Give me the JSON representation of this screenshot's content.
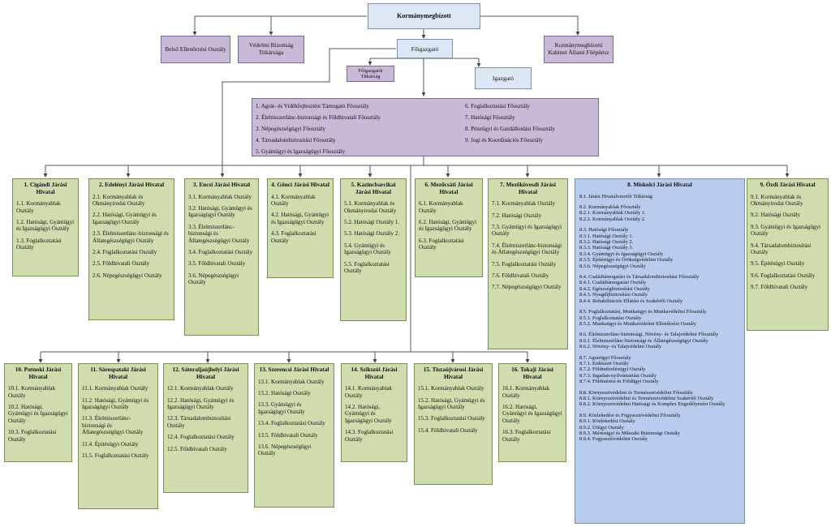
{
  "top": {
    "governor": "Kormánymegbízott",
    "internal_audit": "Belső Ellenőrzési Osztály",
    "defense_committee": "Védelmi Bizottság Titkársága",
    "cabinet": "Kormánymegbízotti Kabinet Állami Főépítész",
    "director_general": "Főigazgató",
    "dg_secretariat": "Főigazgatói Titkárság",
    "director": "Igazgató"
  },
  "departments": {
    "left": [
      "1. Agrár- és Vidékfejlesztést Támogató Főosztály",
      "2. Élelmiszerlánc-biztonsági és Földhivatali Főosztály",
      "3. Népegészségügyi Főosztály",
      "4. Társadalombiztosítási Főosztály",
      "5. Gyámügyi és Igazságügyi Főosztály"
    ],
    "right": [
      "6. Foglalkoztatási Főosztály",
      "7. Hatósági Főosztály",
      "8. Pénzügyi és Gazdálkodási Főosztály",
      "9. Jogi és Koordinációs Főosztály"
    ]
  },
  "offices_row1": [
    {
      "title": "1. Cigándi Járási Hivatal",
      "items": [
        "1.1. Kormányablak Osztály",
        "1.2. Hatósági, Gyámügyi és Igazságügyi Osztály",
        "1.3. Foglalkoztatási Osztály"
      ]
    },
    {
      "title": "2. Edelényi Járási Hivatal",
      "items": [
        "2.1. Kormányablak és Okmányirodai Osztály",
        "2.2. Hatósági, Gyámügyi és Igazságügyi Osztály",
        "2.3. Élelmiszerlánc-biztonsági és Állategészségügyi Osztály",
        "2.4. Foglalkoztatási Osztály",
        "2.5. Földhivatali Osztály",
        "2.6. Népegészségügyi Osztály"
      ]
    },
    {
      "title": "3. Encsi Járási Hivatal",
      "items": [
        "3.1. Kormányablak Osztály",
        "3.2. Hatósági, Gyámügyi és Igazságügyi Osztály",
        "3.3. Élelmiszerlánc-biztonsági és Állategészségügyi Osztály",
        "3.4. Foglalkoztatási Osztály",
        "3.5. Földhivatali Osztály",
        "3.6. Népegészségügyi Osztály"
      ]
    },
    {
      "title": "4. Gönci Járási Hivatal",
      "items": [
        "4.1. Kormányablak Osztály",
        "4.2. Hatósági, Gyámügyi és Igazságügyi Osztály",
        "4.3. Foglalkoztatási Osztály"
      ]
    },
    {
      "title": "5. Kazincbarcikai Járási Hivatal",
      "items": [
        "5.1. Kormányablak és Okmányirodai Osztály",
        "5.2. Hatósági Osztály 1.",
        "5.3. Hatósági Osztály 2.",
        "5.4. Gyámügyi és Igazságügyi Osztály",
        "5.5. Foglalkoztatási Osztály"
      ]
    },
    {
      "title": "6. Mezőcsáti Járási Hivatal",
      "items": [
        "6.1. Kormányablak Osztály",
        "6.2. Hatósági, Gyámügyi és Igazságügyi Osztály",
        "6.3. Foglalkoztatási Osztály"
      ]
    },
    {
      "title": "7. Mezőkövesdi Járási Hivatal",
      "items": [
        "7.1. Kormányablak Osztály",
        "7.2. Hatósági Osztály",
        "7.3. Gyámügyi és Igazságügyi Osztály",
        "7.4. Élelmiszerlánc-biztonsági és Állategészségügyi Osztály",
        "7.5. Foglalkoztatási Osztály",
        "7.6. Földhivatali Osztály",
        "7.7. Népegészségügyi Osztály"
      ]
    }
  ],
  "office_ozd": {
    "title": "9. Ózdi Járási Hivatal",
    "items": [
      "9.1. Kormányablak és Okmányirodai Osztály",
      "9.2. Hatósági Osztály",
      "9.3. Gyámügyi és Igazságügyi Osztály",
      "9.4. Társadalombiztosítási Osztály",
      "9.5. Építésügyi Osztály",
      "9.6. Foglalkoztatási Osztály",
      "9.7. Földhivatali Osztály"
    ]
  },
  "office_miskolc": {
    "title": "8. Miskolci Járási Hivatal",
    "groups": [
      [
        "8.1. Járási Hivatalvezetői Titkárság"
      ],
      [
        "8.2. Kormányablak Főosztály",
        "8.2.1. Kormányablak Osztály 1.",
        "8.2.2. Kormányablak Osztály 2."
      ],
      [
        "8.3. Hatósági Főosztály",
        "8.3.1. Hatósági Osztály 1.",
        "8.3.2. Hatósági Osztály 2.",
        "8.3.3. Hatósági Osztály 3.",
        "8.3.4. Gyámügyi és Igazságügyi Osztály",
        "8.3.5. Építésügyi és Örökségvédelmi Osztály",
        "8.3.6. Népegészségügyi Osztály"
      ],
      [
        "8.4. Családtámogatási és Társadalombiztosítási Főosztály",
        "8.4.1. Családtámogatási Osztály",
        "8.4.2. Egészségbiztosítási Osztály",
        "8.4.3. Nyugdíjbiztosítási Osztály",
        "8.4.4. Rehabilitációs Ellátási és Szakértői Osztály"
      ],
      [
        "8.5. Foglalkoztatási, Munkaügyi és Munkavédelmi Főosztály",
        "8.5.1. Foglalkoztatási Osztály",
        "8.5.2. Munkaügyi és Munkavédelmi Ellenőrzési Osztály"
      ],
      [
        "8.6. Élelmiszerlánc-biztonsági, Növény- és Talajvédelmi Főosztály",
        "8.6.1. Élelmiszerlánc-biztonsági és Állategészségügyi Osztály",
        "8.6.2. Növény- és Talajvédelmi Osztály"
      ],
      [
        "8.7. Agrárügyi Főosztály",
        "8.7.1. Erdészeti Osztály",
        "8.7.2. Földművelésügyi Osztály",
        "8.7.3. Ingatlan-nyilvántartási Osztály",
        "8.7.4. Földmérési és Földügyi Osztály"
      ],
      [
        "8.8. Környezetvédelmi és Természetvédelmi Főosztály",
        "8.8.1. Környezetvédelmi és Természetvédelmi Szakértői Osztály",
        "8.8.2. Környezetvédelmi Hatósági és Komplex Engedélyezési Osztály"
      ],
      [
        "8.9. Közlekedési és Fogyasztóvédelmi Főosztály",
        "8.9.1. Közlekedési Osztály",
        "8.9.2. Útügyi Osztály",
        "8.9.3. Mérésügyi és Műszaki Biztonsági Osztály",
        "8.9.4. Fogyasztóvédelmi Osztály"
      ]
    ]
  },
  "offices_row2": [
    {
      "title": "10. Putnoki Járási Hivatal",
      "items": [
        "10.1. Kormányablak Osztály",
        "10.2. Hatósági, Gyámügyi és Igazságügyi Osztály",
        "10.3. Foglalkoztatási Osztály"
      ]
    },
    {
      "title": "11. Sárospataki Járási Hivatal",
      "items": [
        "11.1. Kormányablak Osztály",
        "11.2. Hatósági, Gyámügyi és Igazságügyi Osztály",
        "11.3. Élelmiszerlánc-biztonsági és Állategészségügyi Osztály",
        "11.4. Építésügyi Osztály",
        "11.5. Foglalkoztatási Osztály"
      ]
    },
    {
      "title": "12. Sátoraljaújhelyi Járási Hivatal",
      "items": [
        "12.1. Kormányablak Osztály",
        "12.2. Hatósági, Gyámügyi és Igazságügyi Osztály",
        "12.3. Társadalombiztosítási Osztály",
        "12.4. Foglalkoztatási Osztály",
        "12.5. Földhivatali Osztály"
      ]
    },
    {
      "title": "13. Szerencsi Járási Hivatal",
      "items": [
        "13.1. Kormányablak Osztály",
        "13.2. Hatósági Osztály",
        "13.3. Gyámügyi és Igazságügyi Osztály",
        "13.4. Foglalkoztatási Osztály",
        "13.5. Földhivatali Osztály",
        "13.6. Népegészségügyi Osztály"
      ]
    },
    {
      "title": "14. Szikszói Járási Hivatal",
      "items": [
        "14.1. Kormányablak Osztály",
        "14.2. Hatósági, Gyámügyi és Igazságügyi Osztály",
        "14.3. Foglalkoztatási Osztály"
      ]
    },
    {
      "title": "15. Tiszaújvárosi Járási Hivatal",
      "items": [
        "15.1. Kormányablak Osztály",
        "15.2. Hatósági, Gyámügyi és Igazságügyi Osztály",
        "15.3. Foglalkoztatási Osztály",
        "15.4. Földhivatali Osztály"
      ]
    },
    {
      "title": "16. Tokaji Járási Hivatal",
      "items": [
        "16.1. Kormányablak Osztály",
        "16.2. Hatósági, Gyámügyi és Igazságügyi Osztály",
        "16.3. Foglalkoztatási Osztály"
      ]
    }
  ]
}
